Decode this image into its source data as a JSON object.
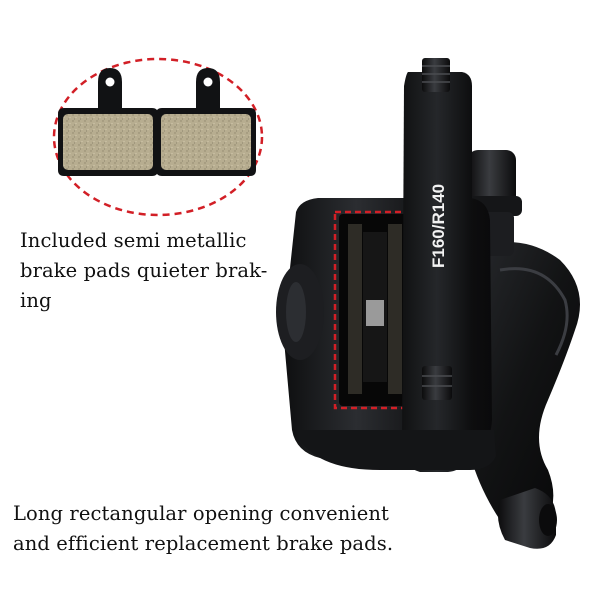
{
  "image": {
    "background": "#ffffff",
    "highlight_color": "#d21f26",
    "caliper_color": "#1b1c1e",
    "pad_compound_color": "#b7ad90"
  },
  "callout_top": {
    "lines": [
      "Included semi metallic",
      "brake pads quieter brak-",
      "ing"
    ]
  },
  "callout_bottom": {
    "lines": [
      "Long rectangular opening convenient",
      "and efficient replacement brake pads."
    ]
  },
  "caliper": {
    "mount_label": "F160/R140"
  }
}
